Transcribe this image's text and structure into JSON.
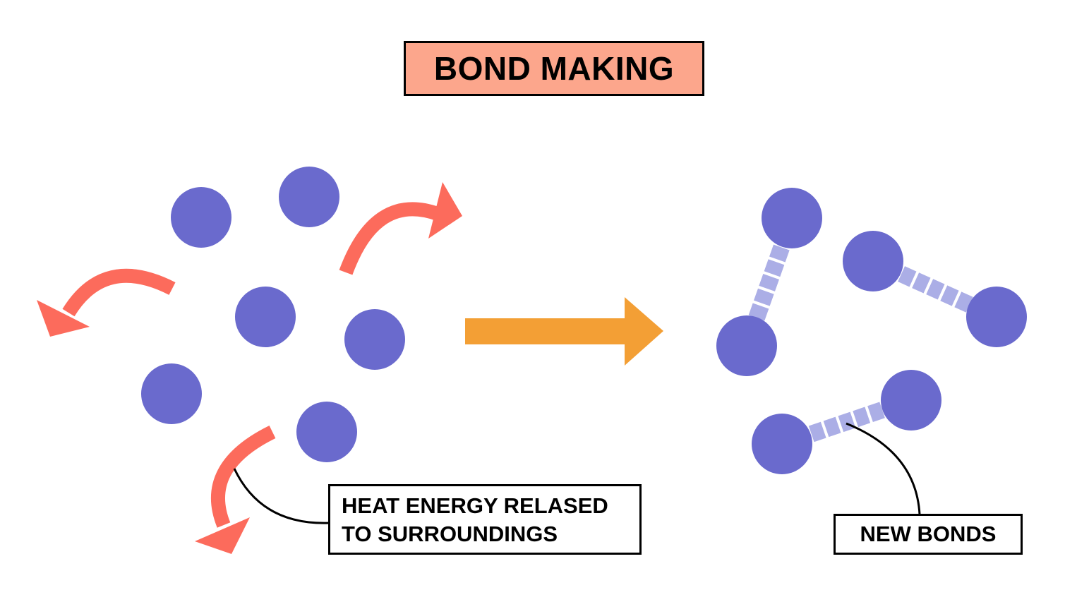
{
  "title": "BOND MAKING",
  "heat_label": {
    "line1": "HEAT ENERGY RELASED",
    "line2": "TO SURROUNDINGS"
  },
  "bonds_label": "NEW BONDS",
  "colors": {
    "title_fill": "#fca68c",
    "atom": "#6a6acd",
    "bond": "#abaee6",
    "heat_arrow": "#fc6b5c",
    "process_arrow": "#f39f35"
  }
}
